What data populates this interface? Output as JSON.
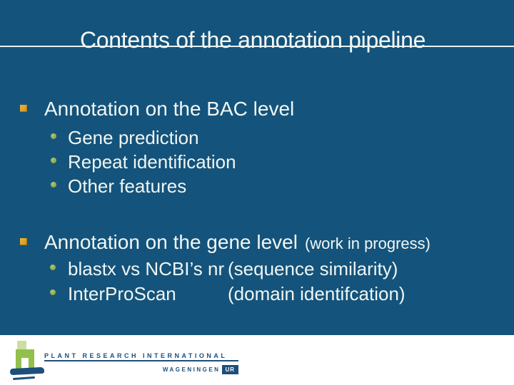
{
  "slide": {
    "title": "Contents of the annotation pipeline",
    "background_color": "#14537B",
    "text_color": "#F1F7F5",
    "underline_color": "#E9F1EF",
    "square_bullet_color": "#DFA227",
    "circle_bullet_color": "#90B04F",
    "sections": [
      {
        "heading": "Annotation on the BAC level",
        "heading_note": "",
        "items": [
          {
            "text": "Gene prediction",
            "annotation": ""
          },
          {
            "text": "Repeat identification",
            "annotation": ""
          },
          {
            "text": "Other features",
            "annotation": ""
          }
        ]
      },
      {
        "heading": "Annotation on the gene level",
        "heading_note": "(work in progress)",
        "items": [
          {
            "text": "blastx vs NCBI’s nr",
            "annotation": "(sequence similarity)"
          },
          {
            "text": "InterProScan",
            "annotation": "(domain identifcation)"
          }
        ]
      }
    ]
  },
  "footer": {
    "background_color": "#FFFFFF",
    "logo": {
      "org_name": "PLANT RESEARCH INTERNATIONAL",
      "brand": "WAGENINGEN",
      "brand_suffix": "UR",
      "green_color": "#93C04D",
      "blue_color": "#1C4F7B"
    }
  }
}
